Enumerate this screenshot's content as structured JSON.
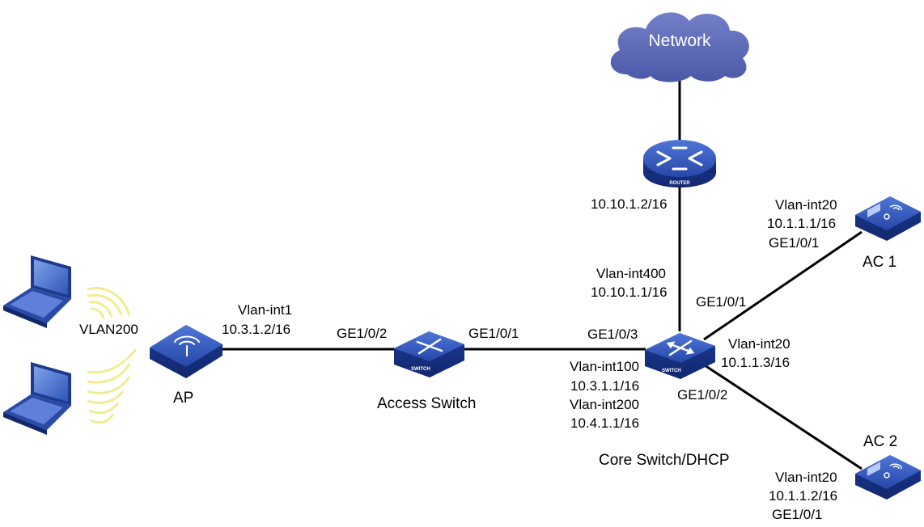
{
  "diagram": {
    "cloud_label": "Network",
    "router_tag": "ROUTER",
    "switch_tag": "SWITCH",
    "labels": {
      "router_ip": "10.10.1.2/16",
      "ac1_vlan": "Vlan-int20",
      "ac1_ip": "10.1.1.1/16",
      "ac1_port": "GE1/0/1",
      "ac1_name": "AC 1",
      "core_vlan400": "Vlan-int400",
      "core_ip400": "10.10.1.1/16",
      "core_port_ac1": "GE1/0/1",
      "core_vlan20": "Vlan-int20",
      "core_ip20": "10.1.1.3/16",
      "core_port_access": "GE1/0/3",
      "core_vlan100": "Vlan-int100",
      "core_ip100": "10.3.1.1/16",
      "core_vlan200": "Vlan-int200",
      "core_ip200": "10.4.1.1/16",
      "core_port_ac2": "GE1/0/2",
      "core_name": "Core Switch/DHCP",
      "access_port_ap": "GE1/0/2",
      "access_port_core": "GE1/0/1",
      "access_name": "Access Switch",
      "ap_vlan": "Vlan-int1",
      "ap_ip": "10.3.1.2/16",
      "ap_name": "AP",
      "client_vlan": "VLAN200",
      "ac2_name": "AC 2",
      "ac2_vlan": "Vlan-int20",
      "ac2_ip": "10.1.1.2/16",
      "ac2_port": "GE1/0/1"
    },
    "colors": {
      "device_blue": "#1f3f9f",
      "device_top": "#3a5fc8",
      "cloud": "#5a69b8",
      "wave": "#f5f0a0",
      "link": "#000000"
    },
    "icons": [
      "cloud-icon",
      "router-icon",
      "switch-icon",
      "access-controller-icon",
      "access-point-icon",
      "laptop-icon",
      "wireless-signal-icon"
    ]
  }
}
